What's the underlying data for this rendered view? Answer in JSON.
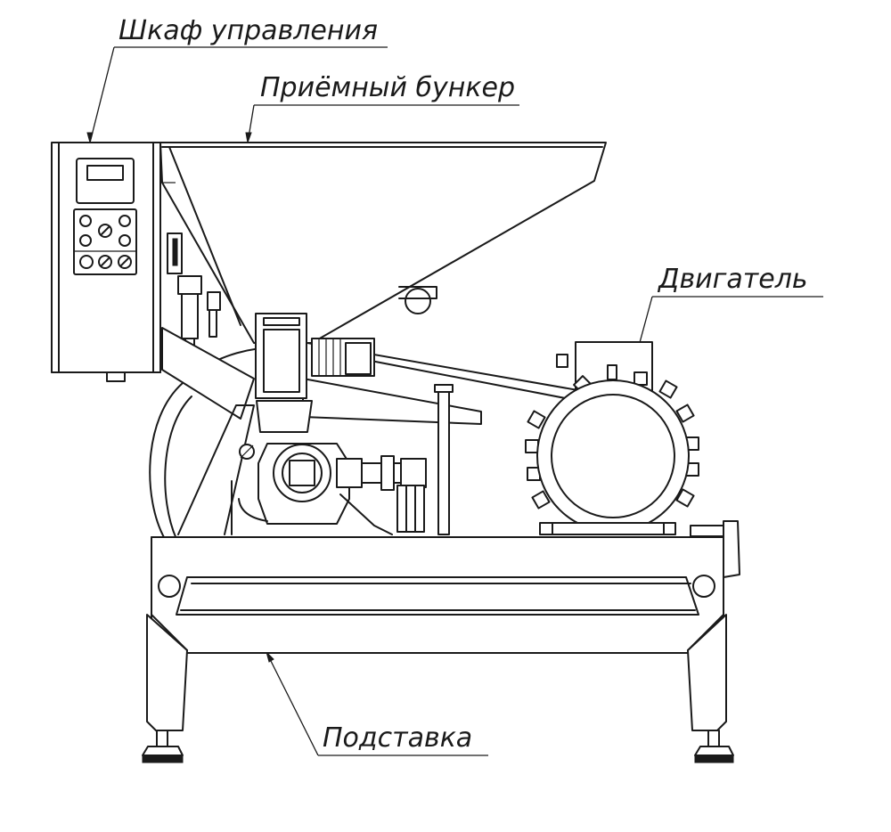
{
  "labels": {
    "control_cabinet": "Шкаф управления",
    "hopper": "Приёмный бункер",
    "motor": "Двигатель",
    "stand": "Подставка"
  },
  "colors": {
    "line": "#1a1a1a",
    "background": "#ffffff"
  }
}
